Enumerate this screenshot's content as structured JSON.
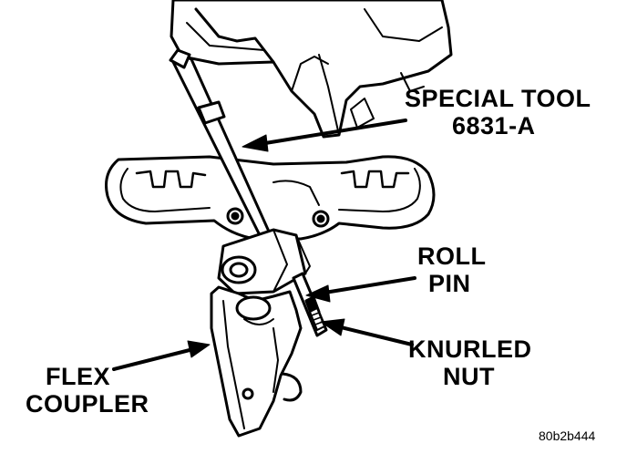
{
  "labels": {
    "special_tool": {
      "line1": "SPECIAL TOOL",
      "line2": "6831-A"
    },
    "roll_pin": {
      "line1": "ROLL",
      "line2": "PIN"
    },
    "knurled_nut": {
      "line1": "KNURLED",
      "line2": "NUT"
    },
    "flex_coupler": {
      "line1": "FLEX",
      "line2": "COUPLER"
    }
  },
  "figure_code": "80b2b444",
  "colors": {
    "ink": "#000000",
    "paper": "#ffffff"
  }
}
